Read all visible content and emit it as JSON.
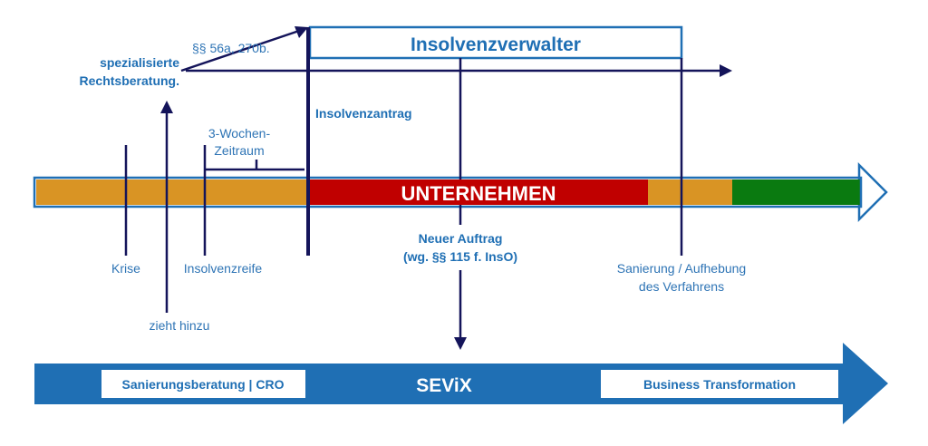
{
  "colors": {
    "navy": "#14145a",
    "blue": "#1f6fb4",
    "label_blue": "#2e74b5",
    "orange": "#d99424",
    "red": "#c00000",
    "green": "#0a7a10",
    "white": "#ffffff"
  },
  "timeline": {
    "label": "UNTERNEHMEN"
  },
  "top": {
    "administrator_box": "Insolvenzverwalter",
    "paragraphs": "§§ 56a, 270b.",
    "specialized_line1": "spezialisierte",
    "specialized_line2": "Rechtsberatung.",
    "insolvency_filing": "Insolvenzantrag",
    "three_weeks_line1": "3-Wochen-",
    "three_weeks_line2": "Zeitraum"
  },
  "bottom_labels": {
    "crisis": "Krise",
    "insolvency_maturity": "Insolvenzreife",
    "brings_in": "zieht hinzu",
    "new_order_line1": "Neuer Auftrag",
    "new_order_line2": "(wg. §§ 115 f. InsO)",
    "restructuring_line1": "Sanierung / Aufhebung",
    "restructuring_line2": "des Verfahrens"
  },
  "sevix_band": {
    "left_box": "Sanierungsberatung | CRO",
    "center": "SEViX",
    "right_box": "Business Transformation"
  }
}
